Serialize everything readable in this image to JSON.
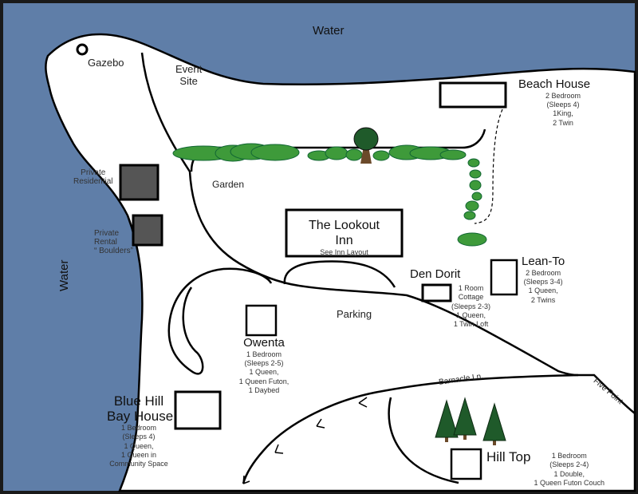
{
  "colors": {
    "water": "#5f7ea8",
    "land": "#ffffff",
    "frame": "#1a1a1a",
    "bush": "#3e9a3a",
    "tree_dark": "#1f5a2a",
    "trunk": "#6b4a2a",
    "private_building": "#555555",
    "line": "#000000"
  },
  "water": {
    "top_label": "Water",
    "left_label": "Water"
  },
  "areas": {
    "gazebo": "Gazebo",
    "event_site_line1": "Event",
    "event_site_line2": "Site",
    "garden": "Garden",
    "parking": "Parking",
    "private_residential_line1": "Private",
    "private_residential_line2": "Residential",
    "private_rental_line1": "Private",
    "private_rental_line2": "Rental",
    "private_rental_line3": "“ Boulders”"
  },
  "inn": {
    "name_line1": "The Lookout",
    "name_line2": "Inn",
    "note": "See Inn Layout"
  },
  "roads": {
    "barnacle": "Barnacle Ln.",
    "five_point": "Five Point"
  },
  "cabins": {
    "beach_house": {
      "name": "Beach House",
      "details": [
        "2 Bedroom",
        "(Sleeps 4)",
        "1King,",
        "2 Twin"
      ]
    },
    "lean_to": {
      "name": "Lean-To",
      "details": [
        "2 Bedroom",
        "(Sleeps 3-4)",
        "1 Queen,",
        "2 Twins"
      ]
    },
    "den_dorit": {
      "name": "Den Dorit",
      "details": [
        "1 Room",
        "Cottage",
        "(Sleeps 2-3)",
        "1 Queen,",
        "1 Twin Loft"
      ]
    },
    "owenta": {
      "name": "Owenta",
      "details": [
        "1 Bedroom",
        "(Sleeps 2-5)",
        "1 Queen,",
        "1 Queen Futon,",
        "1 Daybed"
      ]
    },
    "blue_hill": {
      "name_line1": "Blue Hill",
      "name_line2": "Bay House",
      "details": [
        "1 Bedroom",
        "(Sleeps 4)",
        "1 Queen,",
        "1 Queen in",
        "Community Space"
      ]
    },
    "hill_top": {
      "name": "Hill Top",
      "details": [
        "1 Bedroom",
        "(Sleeps 2-4)",
        "1 Double,",
        "1 Queen Futon Couch"
      ]
    }
  }
}
